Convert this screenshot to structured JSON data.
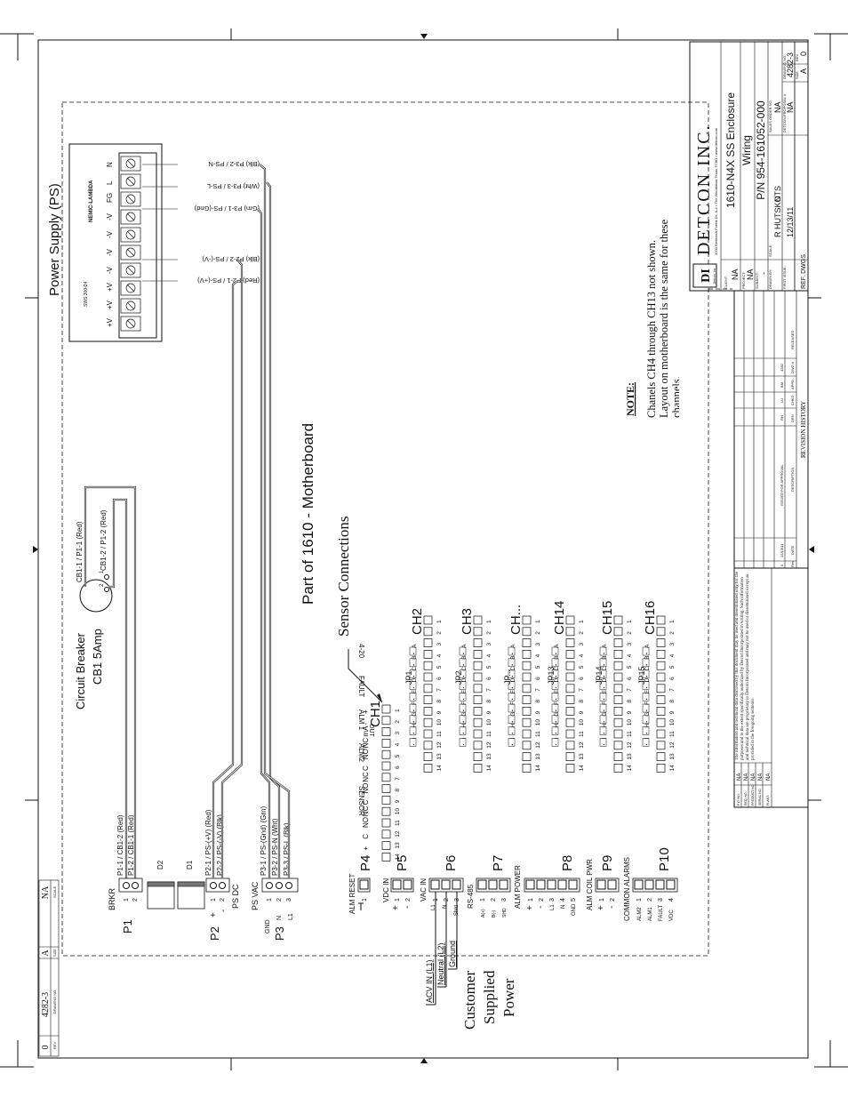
{
  "company": {
    "name": "DETCON INC.",
    "address": "3200 Research Forest Dr., A-1 • The Woodlands Texas 77381 • www.detcon.com",
    "logo_text": "Detcon, Inc."
  },
  "title_block": {
    "title_line1": "1610-N4X SS Enclosure",
    "title_line2": "Wiring",
    "part_number": "P/N 954-161052-000",
    "client_label": "CLIENT:",
    "client": "NA",
    "project_label": "PROJECT:",
    "project": "NA",
    "subject_label": "SUBJECT:",
    "subject": "-",
    "drawn_by_label": "DRAWN BY:",
    "drawn_by": "R HUTSKO",
    "scale_label": "SCALE",
    "scale": "NTS",
    "sales_order_label": "SALES ORDER NO.",
    "sales_order": "NA",
    "first_issue_label": "FIRST ISSUE:",
    "first_issue": "12/13/11",
    "detcon_proposal_label": "DETCON PROPOSAL #",
    "detcon_proposal": "NA",
    "drawing_no_label": "DRAWING NO.",
    "drawing_no": "4282-3",
    "size_label": "SIZE",
    "size": "A",
    "rev_label": "REV",
    "rev": "0",
    "ref_dwgs": "REF. DWGS"
  },
  "revision_history": {
    "heading": "REVISION HISTORY",
    "columns": [
      "Rev",
      "DATE",
      "DESCRIPTION",
      "DRN",
      "CHKD",
      "APPD",
      "DWG #",
      "RELEASED"
    ],
    "rows": [
      {
        "rev": "0",
        "date": "12/13/11",
        "description": "ISSUED FOR APPROVAL",
        "drn": "RH",
        "chkd": "LU",
        "appd": "BM",
        "dwg": "4282",
        "released": ""
      }
    ]
  },
  "info_block": {
    "po_label": "P.O. NO.",
    "po": "NA",
    "req_label": "REQ. NO.",
    "req": "NA",
    "product_label": "PRODUCT NO.",
    "product": "NA",
    "serial_label": "SERIAL NO.",
    "serial": "NA",
    "plant_label": "PLANT:",
    "plant": "NA",
    "disclaimer": "The information and technical data disclosed by this document may be used and disseminated only for the purposes and to the extent specifically authorized by Detcon Incorporated in writing. Such information and technical data are proprietary to Detcon Incorporated and may not be used or disseminated except as provided in the foregoing sentence."
  },
  "left_stamp": {
    "drawing_no": "4282-3",
    "size": "A",
    "rev": "0",
    "extra": "NA",
    "labels": [
      "REV",
      "DRAWING NO.",
      "SIZE",
      "SCALE"
    ]
  },
  "power_supply": {
    "title": "Power Supply (PS)",
    "model": "SWS 300-24",
    "brand": "NEMIC-LAMBDA",
    "terminals": [
      "+V",
      "+V",
      "+V",
      "-V",
      "-V",
      "-V",
      "-V",
      "FG",
      "L",
      "N"
    ],
    "wires": [
      {
        "label": "(Red) P2-1 / PS-(+V)"
      },
      {
        "label": "(Blk) P2-2 / PS-(-V)"
      },
      {
        "label": "(Grn) P3-1 / PS-(Gnd)"
      },
      {
        "label": "(Wht) P3-3 / PS-L"
      },
      {
        "label": "(Blk) P3-2 / PS-N"
      }
    ]
  },
  "circuit_breaker": {
    "title": "Circuit Breaker",
    "subtitle": "CB1 5Amp",
    "wire1": "CB1-1 / P1-1  (Red)",
    "wire2": "CB1-2 / P1-2  (Red)",
    "pin1": "1",
    "pin2": "2"
  },
  "motherboard": {
    "title": "Part of 1610 - Motherboard",
    "sensor_connections": "Sensor Connections",
    "note_heading": "NOTE:",
    "note": "Chanels CH4 through CH13 not shown. Layout on motherboard is the same for these channels.",
    "row_labels": [
      "+",
      "-",
      "mA",
      "NC",
      "NO",
      "C",
      "NC",
      "NO",
      "C",
      "NC",
      "NO",
      "C",
      "+",
      "-"
    ],
    "row_groups": [
      "SENSOR",
      "ALM2",
      "ALM 1",
      "FAULT",
      "4-20",
      "OUT"
    ],
    "channels": [
      {
        "name": "CH1",
        "jumper": ""
      },
      {
        "name": "CH2",
        "jumper": "JP1"
      },
      {
        "name": "CH3",
        "jumper": "JP2"
      },
      {
        "name": "CH...",
        "jumper": "JP..."
      },
      {
        "name": "CH14",
        "jumper": "JP13"
      },
      {
        "name": "CH15",
        "jumper": "JP14"
      },
      {
        "name": "CH16",
        "jumper": "JP15"
      }
    ],
    "pins": [
      "1",
      "2",
      "3",
      "4",
      "5",
      "6",
      "7",
      "8",
      "9",
      "10",
      "11",
      "12",
      "13",
      "14"
    ],
    "jumper_letters": [
      "A",
      "B",
      "C",
      "D",
      "E",
      "F",
      "G",
      "H",
      "I"
    ]
  },
  "connectors": {
    "p1": {
      "name": "P1",
      "label": "BRKR",
      "wires": [
        "P1-1 / CB1-2  (Red)",
        "P1-2 / CB1-1  (Red)"
      ],
      "pins": [
        "1",
        "2"
      ]
    },
    "diodes": [
      "D2",
      "D1"
    ],
    "p2": {
      "name": "P2",
      "label": "PS DC",
      "signs": [
        "+",
        "-"
      ],
      "wires": [
        "P2-1 / PS-(+V)  (Red)",
        "P2-2 / PS-(-V)  (Blk)"
      ],
      "pins": [
        "1",
        "2"
      ]
    },
    "p3": {
      "name": "P3",
      "label": "PS VAC",
      "pin_names": [
        "GND",
        "N",
        "L1"
      ],
      "wires": [
        "P3-1 / PS-(Gnd)  (Grn)",
        "P3-2 / PS-N  (Wht)",
        "P3-3 / PS-L  (Blk)"
      ],
      "pins": [
        "1",
        "2",
        "3"
      ]
    },
    "p4": {
      "name": "P4",
      "label": "ALM RESET",
      "pins": [
        "1"
      ]
    },
    "p5": {
      "name": "P5",
      "label": "VDC IN",
      "signs": [
        "+",
        "-"
      ],
      "pins": [
        "1",
        "2"
      ]
    },
    "p6": {
      "name": "P6",
      "label": "VAC IN",
      "pin_names": [
        "L1",
        "N",
        "Shld"
      ],
      "pins": [
        "1",
        "2",
        "3"
      ]
    },
    "p7": {
      "name": "P7",
      "label": "RS-485",
      "pin_names": [
        "A(+)",
        "B(-)",
        "SHD"
      ],
      "pins": [
        "1",
        "2",
        "3"
      ]
    },
    "p8": {
      "name": "P8",
      "label": "ALM POWER",
      "signs": [
        "+",
        "-"
      ],
      "pin_names": [
        "L1",
        "N",
        "GND"
      ],
      "pins": [
        "1",
        "2",
        "3",
        "4",
        "5"
      ]
    },
    "p9": {
      "name": "P9",
      "label": "ALM COIL PWR",
      "signs": [
        "+",
        "-"
      ],
      "pins": [
        "1",
        "2"
      ]
    },
    "p10": {
      "name": "P10",
      "label": "COMMON ALARMS",
      "pin_names": [
        "ALM2",
        "ALM1",
        "FAULT",
        "VDC"
      ],
      "pins": [
        "1",
        "2",
        "3",
        "4"
      ]
    }
  },
  "customer_power": {
    "title_lines": [
      "Customer",
      "Supplied",
      "Power"
    ],
    "wires": [
      "ACV IN (L1)",
      "Neutral (L2)",
      "Ground"
    ]
  }
}
